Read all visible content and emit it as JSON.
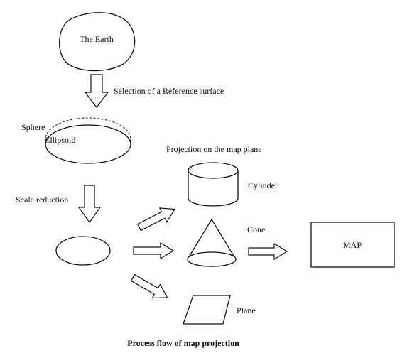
{
  "diagram": {
    "labels": {
      "earth": "The Earth",
      "reference": "Selection of a Reference surface",
      "sphere": "Sphere",
      "ellipsoid": "Ellipsoid",
      "projection": "Projection on the map plane",
      "scale": "Scale reduction",
      "cylinder": "Cylinder",
      "cone": "Cone",
      "plane": "Plane",
      "map": "MAP"
    },
    "caption": "Process flow of map projection"
  }
}
